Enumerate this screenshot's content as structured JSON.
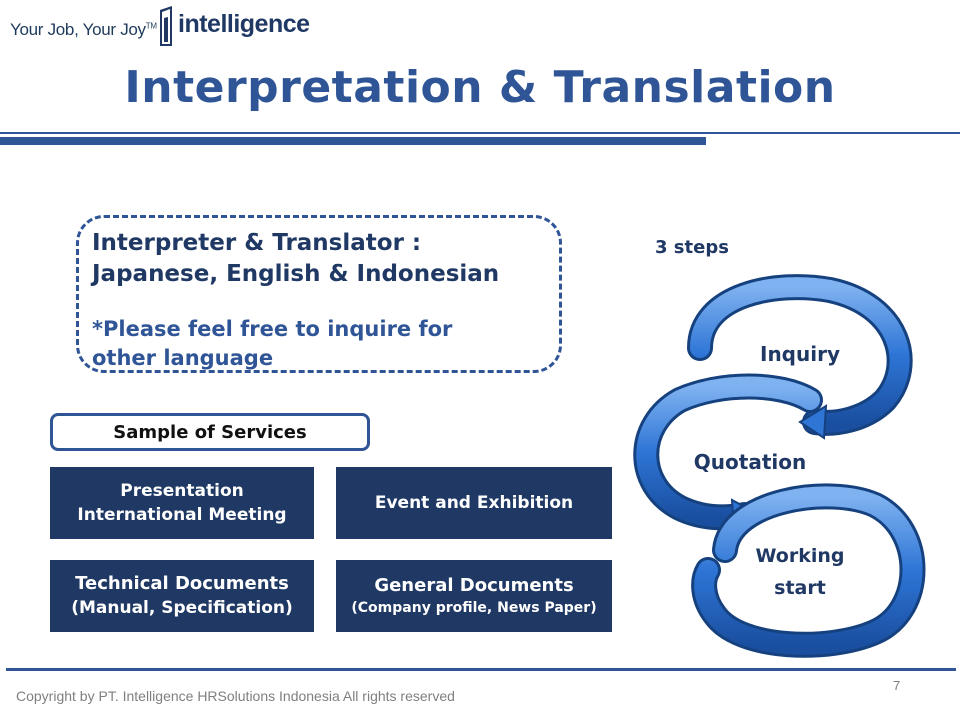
{
  "header": {
    "tagline": "Your Job, Your Joy",
    "tagline_mark": "TM",
    "logo_text": "intelligence",
    "title": "Interpretation & Translation"
  },
  "languages": {
    "title": "Interpreter & Translator :\nJapanese, English & Indonesian",
    "note": "*Please feel free to inquire for\nother language"
  },
  "services": {
    "label": "Sample of Services",
    "items": [
      {
        "line1": "Presentation",
        "line2": "International Meeting"
      },
      {
        "line1": "Event and Exhibition",
        "line2": ""
      },
      {
        "line1": "Technical Documents",
        "line2": "(Manual, Specification)"
      },
      {
        "line1": "General Documents",
        "line2": "(Company profile, News Paper)"
      }
    ]
  },
  "steps": {
    "label": "3 steps",
    "items": [
      "Inquiry",
      "Quotation",
      "Working\nstart"
    ]
  },
  "footer": {
    "copyright": "Copyright by PT. Intelligence HRSolutions Indonesia All rights reserved",
    "page_number": "7"
  },
  "colors": {
    "primary": "#2f5597",
    "navy": "#1f3864",
    "arrow": "#2e75d6"
  }
}
